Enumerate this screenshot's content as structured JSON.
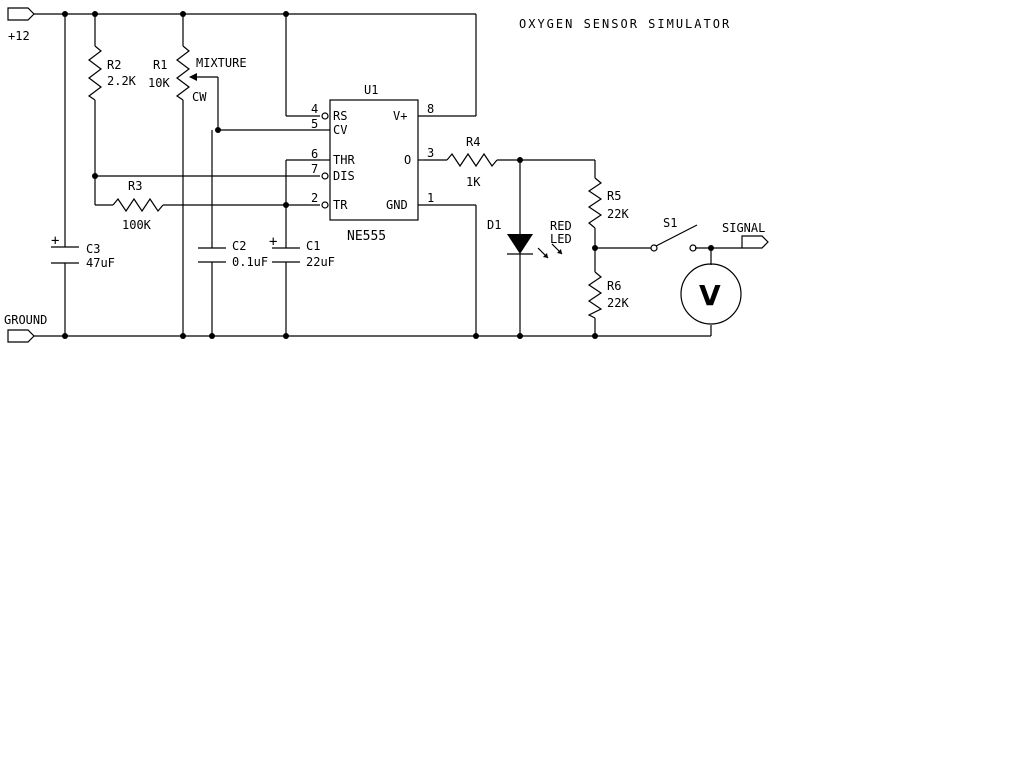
{
  "title": "OXYGEN SENSOR SIMULATOR",
  "ports": {
    "supply": "+12",
    "ground": "GROUND",
    "signal": "SIGNAL"
  },
  "ic": {
    "ref": "U1",
    "part": "NE555",
    "pins": {
      "rs_num": "4",
      "rs": "RS",
      "cv_num": "5",
      "cv": "CV",
      "thr_num": "6",
      "thr": "THR",
      "dis_num": "7",
      "dis": "DIS",
      "tr_num": "2",
      "tr": "TR",
      "vplus_num": "8",
      "vplus": "V+",
      "out_num": "3",
      "out": "O",
      "gnd_num": "1",
      "gnd": "GND"
    }
  },
  "components": {
    "r1": {
      "ref": "R1",
      "value": "10K",
      "label": "MIXTURE",
      "cw": "CW"
    },
    "r2": {
      "ref": "R2",
      "value": "2.2K"
    },
    "r3": {
      "ref": "R3",
      "value": "100K"
    },
    "r4": {
      "ref": "R4",
      "value": "1K"
    },
    "r5": {
      "ref": "R5",
      "value": "22K"
    },
    "r6": {
      "ref": "R6",
      "value": "22K"
    },
    "c1": {
      "ref": "C1",
      "value": "22uF",
      "polarity": "+"
    },
    "c2": {
      "ref": "C2",
      "value": "0.1uF"
    },
    "c3": {
      "ref": "C3",
      "value": "47uF",
      "polarity": "+"
    },
    "d1": {
      "ref": "D1",
      "label_line1": "RED",
      "label_line2": "LED"
    },
    "s1": {
      "ref": "S1"
    },
    "meter": {
      "symbol": "V"
    }
  }
}
